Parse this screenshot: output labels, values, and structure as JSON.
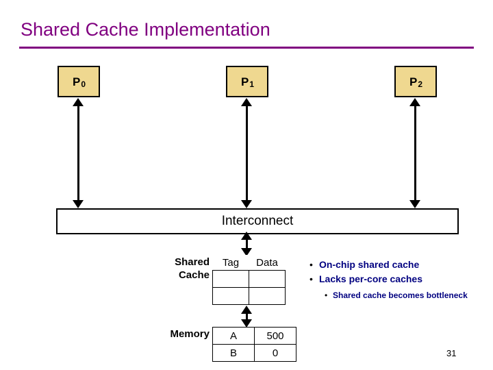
{
  "slide": {
    "title": "Shared Cache Implementation",
    "page_number": "31",
    "title_color": "#800080",
    "box_fill_color": "#efd890",
    "bullet_text_color": "#000080"
  },
  "processors": [
    {
      "label": "P",
      "sub": "0"
    },
    {
      "label": "P",
      "sub": "1"
    },
    {
      "label": "P",
      "sub": "2"
    }
  ],
  "interconnect": {
    "label": "Interconnect"
  },
  "cache": {
    "row_label": "Shared\nCache",
    "row_label_line1": "Shared",
    "row_label_line2": "Cache",
    "headers": [
      "Tag",
      "Data"
    ],
    "rows": [
      [
        "",
        ""
      ],
      [
        "",
        ""
      ]
    ]
  },
  "memory": {
    "row_label": "Memory",
    "rows": [
      [
        "A",
        "500"
      ],
      [
        "B",
        "0"
      ]
    ]
  },
  "bullets": [
    {
      "marker": "•",
      "text": "On-chip shared cache",
      "level": 1
    },
    {
      "marker": "•",
      "text": "Lacks per-core caches",
      "level": 1
    },
    {
      "marker": "•",
      "text": "Shared cache becomes bottleneck",
      "level": 2
    }
  ]
}
